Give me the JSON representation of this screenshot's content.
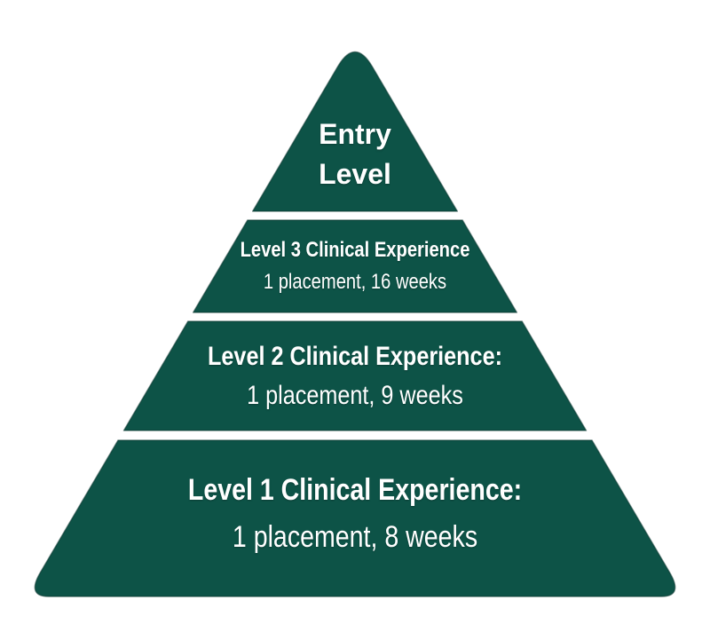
{
  "colors": {
    "pyramid_green": "#0d5347",
    "text_white": "#ffffff",
    "background": "#ffffff"
  },
  "pyramid": {
    "levels": [
      {
        "id": "entry",
        "title_line1": "Entry",
        "title_line2": "Level"
      },
      {
        "id": "level3",
        "title": "Level 3 Clinical Experience",
        "subtitle": "1 placement, 16 weeks"
      },
      {
        "id": "level2",
        "title": "Level 2 Clinical Experience:",
        "subtitle": "1 placement, 9 weeks"
      },
      {
        "id": "level1",
        "title": "Level 1 Clinical Experience:",
        "subtitle": "1 placement, 8 weeks"
      }
    ]
  }
}
